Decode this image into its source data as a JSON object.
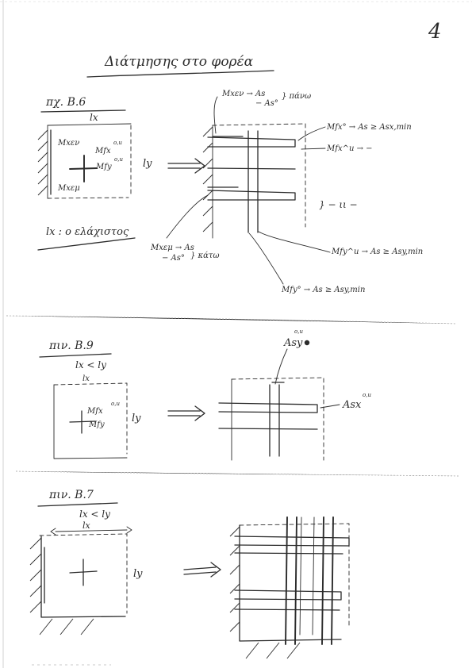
{
  "page": {
    "number": "4",
    "title": "Διάτμησης στο φορέα"
  },
  "case1": {
    "label": "πχ. Β.6",
    "lx": "lx",
    "ly": "ly",
    "mxev_left": "Mxεν",
    "mxem_left": "Mxεμ",
    "mfx": "Mfx",
    "mfy": "Mfy",
    "exp_o_u": "o,u",
    "note": "lx : ο ελάχιστος",
    "top_label_1": "Mxεν → As",
    "top_label_2": "− As°",
    "top_label_3": "} πάνω",
    "right_label_1": "Mfx° → As ≥ Asx,min",
    "right_label_2": "Mfx^u → − ",
    "right_label_3": "} − ιι −",
    "bottom_left_1": "Mxεμ → As",
    "bottom_left_2": "− As°",
    "bottom_left_3": "} κάτω",
    "bottom_right_1": "Mfy^u → As ≥ Asy,min",
    "bottom_right_2": "Mfy° → As ≥ Asy,min"
  },
  "case2": {
    "label": "πιν. Β.9",
    "lx_lt_ly": "lx < ly",
    "lx": "lx",
    "ly": "ly",
    "mfx": "Mfx",
    "mfy": "Mfy",
    "exp_o_u": "o,u",
    "asy": "Asy",
    "asx": "Asx",
    "exp_asy": "o,u",
    "exp_asx": "o,u"
  },
  "case3": {
    "label": "πιν. Β.7",
    "lx_lt_ly": "lx < ly",
    "lx": "lx",
    "ly": "ly"
  }
}
